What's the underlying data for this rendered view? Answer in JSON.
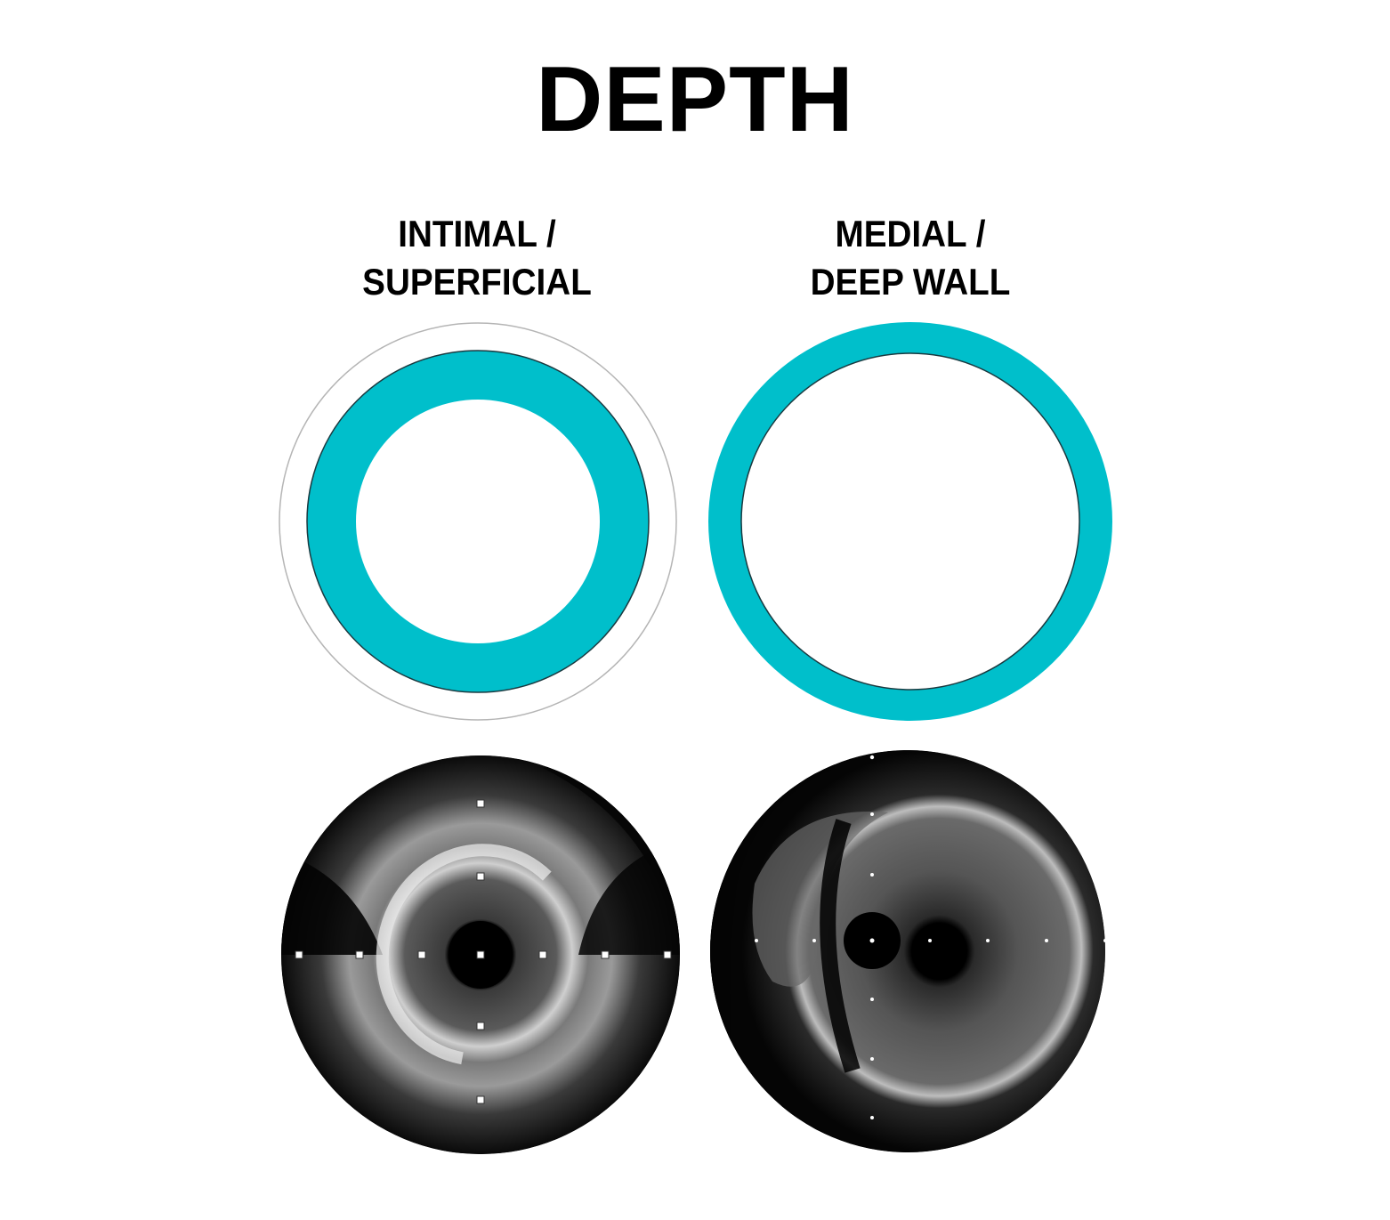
{
  "title": "DEPTH",
  "accent_color": "#00bfcb",
  "columns": [
    {
      "label_line1": "INTIMAL /",
      "label_line2": "SUPERFICIAL",
      "diagram": {
        "type": "ring",
        "description": "thick teal ring (intimal layer) inside thin grey outer vessel outline",
        "outer_outline_color": "#b5b5b5",
        "ring_color": "#00bfcb"
      },
      "image": {
        "type": "ivus-grayscale",
        "description": "intravascular ultrasound cross-section with superficial bright ring and square calibration markers"
      }
    },
    {
      "label_line1": "MEDIAL /",
      "label_line2": "DEEP WALL",
      "diagram": {
        "type": "ring",
        "description": "thin teal ring at the outer vessel wall (deep/medial layer)",
        "ring_color": "#00bfcb"
      },
      "image": {
        "type": "ivus-grayscale",
        "description": "intravascular ultrasound cross-section with deep wall echogenic arc and dot calibration markers"
      }
    }
  ]
}
